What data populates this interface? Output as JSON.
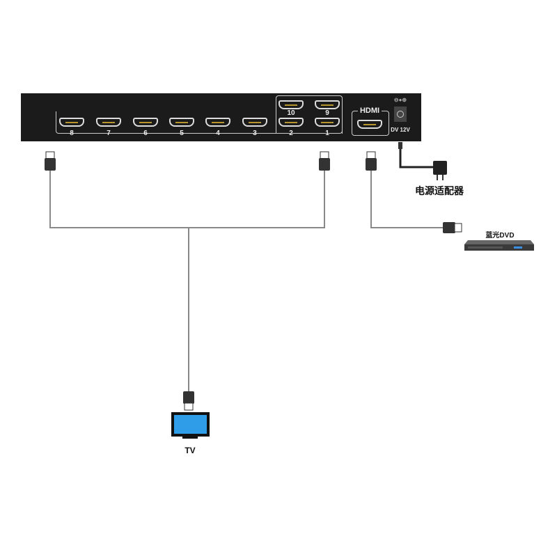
{
  "device": {
    "ports_bottom": [
      "8",
      "7",
      "6",
      "5",
      "4",
      "3",
      "2",
      "1"
    ],
    "ports_top": [
      "10",
      "9"
    ],
    "input_label": "HDMI",
    "power_label": "DV 12V"
  },
  "labels": {
    "power_adapter": "电源适配器",
    "bluray": "蓝光DVD",
    "tv": "TV"
  }
}
